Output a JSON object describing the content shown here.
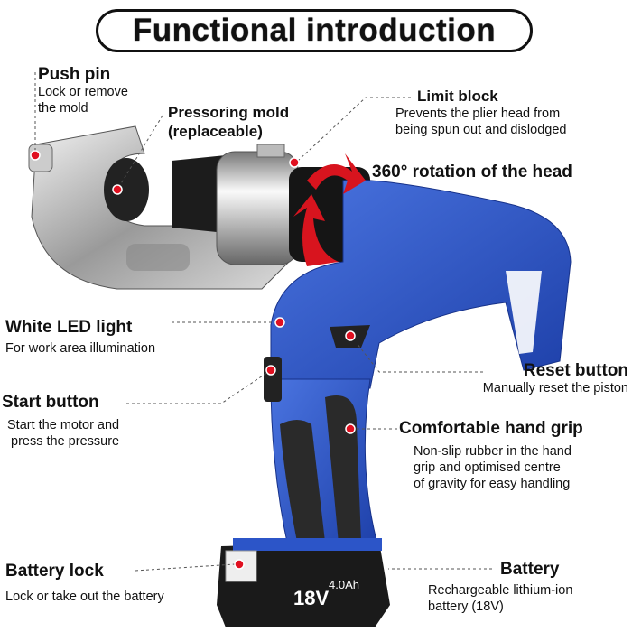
{
  "title": "Functional introduction",
  "features": {
    "push_pin": {
      "name": "Push pin",
      "desc": [
        "Lock or remove",
        "the mold"
      ]
    },
    "pressoring_mold": {
      "name": [
        "Pressoring mold",
        "(replaceable)"
      ]
    },
    "limit_block": {
      "name": "Limit block",
      "desc": [
        "Prevents the plier head from",
        "being spun out and dislodged"
      ]
    },
    "rotation": {
      "name": "360° rotation of the head"
    },
    "led": {
      "name": "White LED light",
      "desc": "For work area illumination"
    },
    "reset": {
      "name": "Reset button",
      "desc": "Manually reset the piston"
    },
    "start": {
      "name": "Start button",
      "desc": [
        "Start the motor and",
        "press the pressure"
      ]
    },
    "grip": {
      "name": "Comfortable hand grip",
      "desc": [
        "Non-slip rubber in the hand",
        "grip and optimised centre",
        "of gravity for easy handling"
      ]
    },
    "battery_lock": {
      "name": "Battery lock",
      "desc": "Lock or take out the battery"
    },
    "battery": {
      "name": "Battery",
      "desc": [
        "Rechargeable lithium-ion",
        "battery (18V)"
      ]
    }
  },
  "battery_marking": {
    "voltage": "18V",
    "capacity": "4.0Ah"
  },
  "colors": {
    "tool_blue": "#2c55c8",
    "marker_red": "#e01020",
    "arrow_red": "#d8141e"
  }
}
